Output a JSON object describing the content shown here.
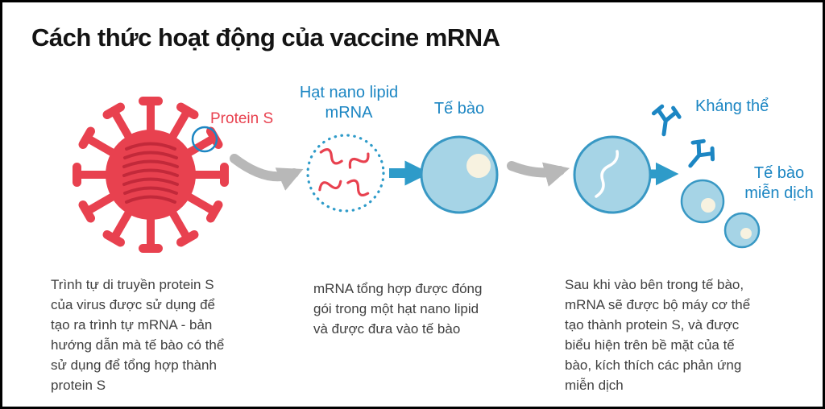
{
  "title": "Cách thức hoạt động của vaccine mRNA",
  "labels": {
    "protein_s": "Protein S",
    "nano_lipid": "Hạt nano lipid mRNA",
    "cell": "Tế bào",
    "antibody": "Kháng thể",
    "immune_cell": "Tế bào miễn dịch"
  },
  "captions": {
    "step1": "Trình tự di truyền protein S\ncủa virus được sử dụng để\ntạo ra trình tự mRNA - bản\nhướng dẫn mà tế bào có thể\nsử dụng để tổng hợp thành\nprotein S",
    "step2": "mRNA tổng hợp được đóng\ngói trong một hạt nano lipid\nvà được đưa vào tế bào",
    "step3": "Sau khi vào bên trong tế bào,\nmRNA sẽ được bộ máy cơ thể\ntạo thành protein S, và được\nbiểu hiện trên bề mặt của tế\nbào, kích thích các phản ứng\nmiễn dịch"
  },
  "colors": {
    "virus_red": "#e8414f",
    "coil_red": "#c2293a",
    "label_blue": "#1c86c3",
    "cell_fill": "#a6d4e6",
    "cell_stroke": "#3898c4",
    "nucleus_cream": "#f7f2e0",
    "arrow_gray": "#b8b8b8",
    "arrow_blue": "#2e9bc9",
    "body_text": "#3f3f3f"
  }
}
